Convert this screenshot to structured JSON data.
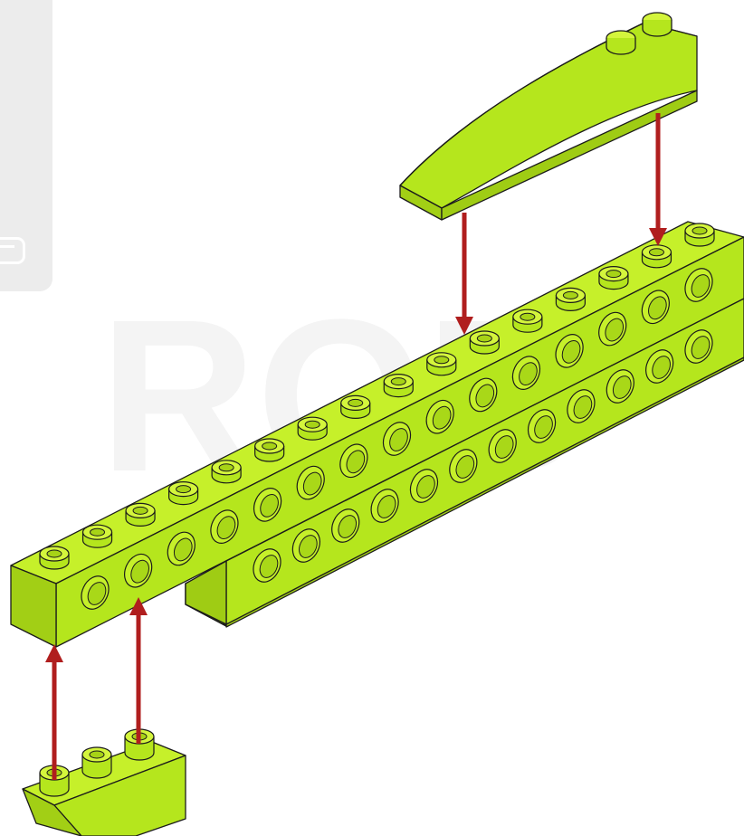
{
  "figure": {
    "kind": "building-instruction-step",
    "parts": [
      {
        "id": "curved-slope",
        "shape": "curved slope 1x4 with 2 studs",
        "color": "#b5e61d"
      },
      {
        "id": "technic-beam-upper",
        "shape": "technic brick 1x16",
        "studs": 16,
        "holes": 15,
        "color": "#b5e61d"
      },
      {
        "id": "technic-beam-lower",
        "shape": "technic brick 1x12",
        "studs": 0,
        "holes": 12,
        "color": "#b5e61d"
      },
      {
        "id": "inverted-slope",
        "shape": "inverted slope 1x3",
        "studs": 3,
        "color": "#b5e61d"
      }
    ],
    "arrows": {
      "count": 4,
      "color": "#b01e1e"
    },
    "outline_color": "#1b1b1b",
    "panel_color": "#ececec"
  }
}
